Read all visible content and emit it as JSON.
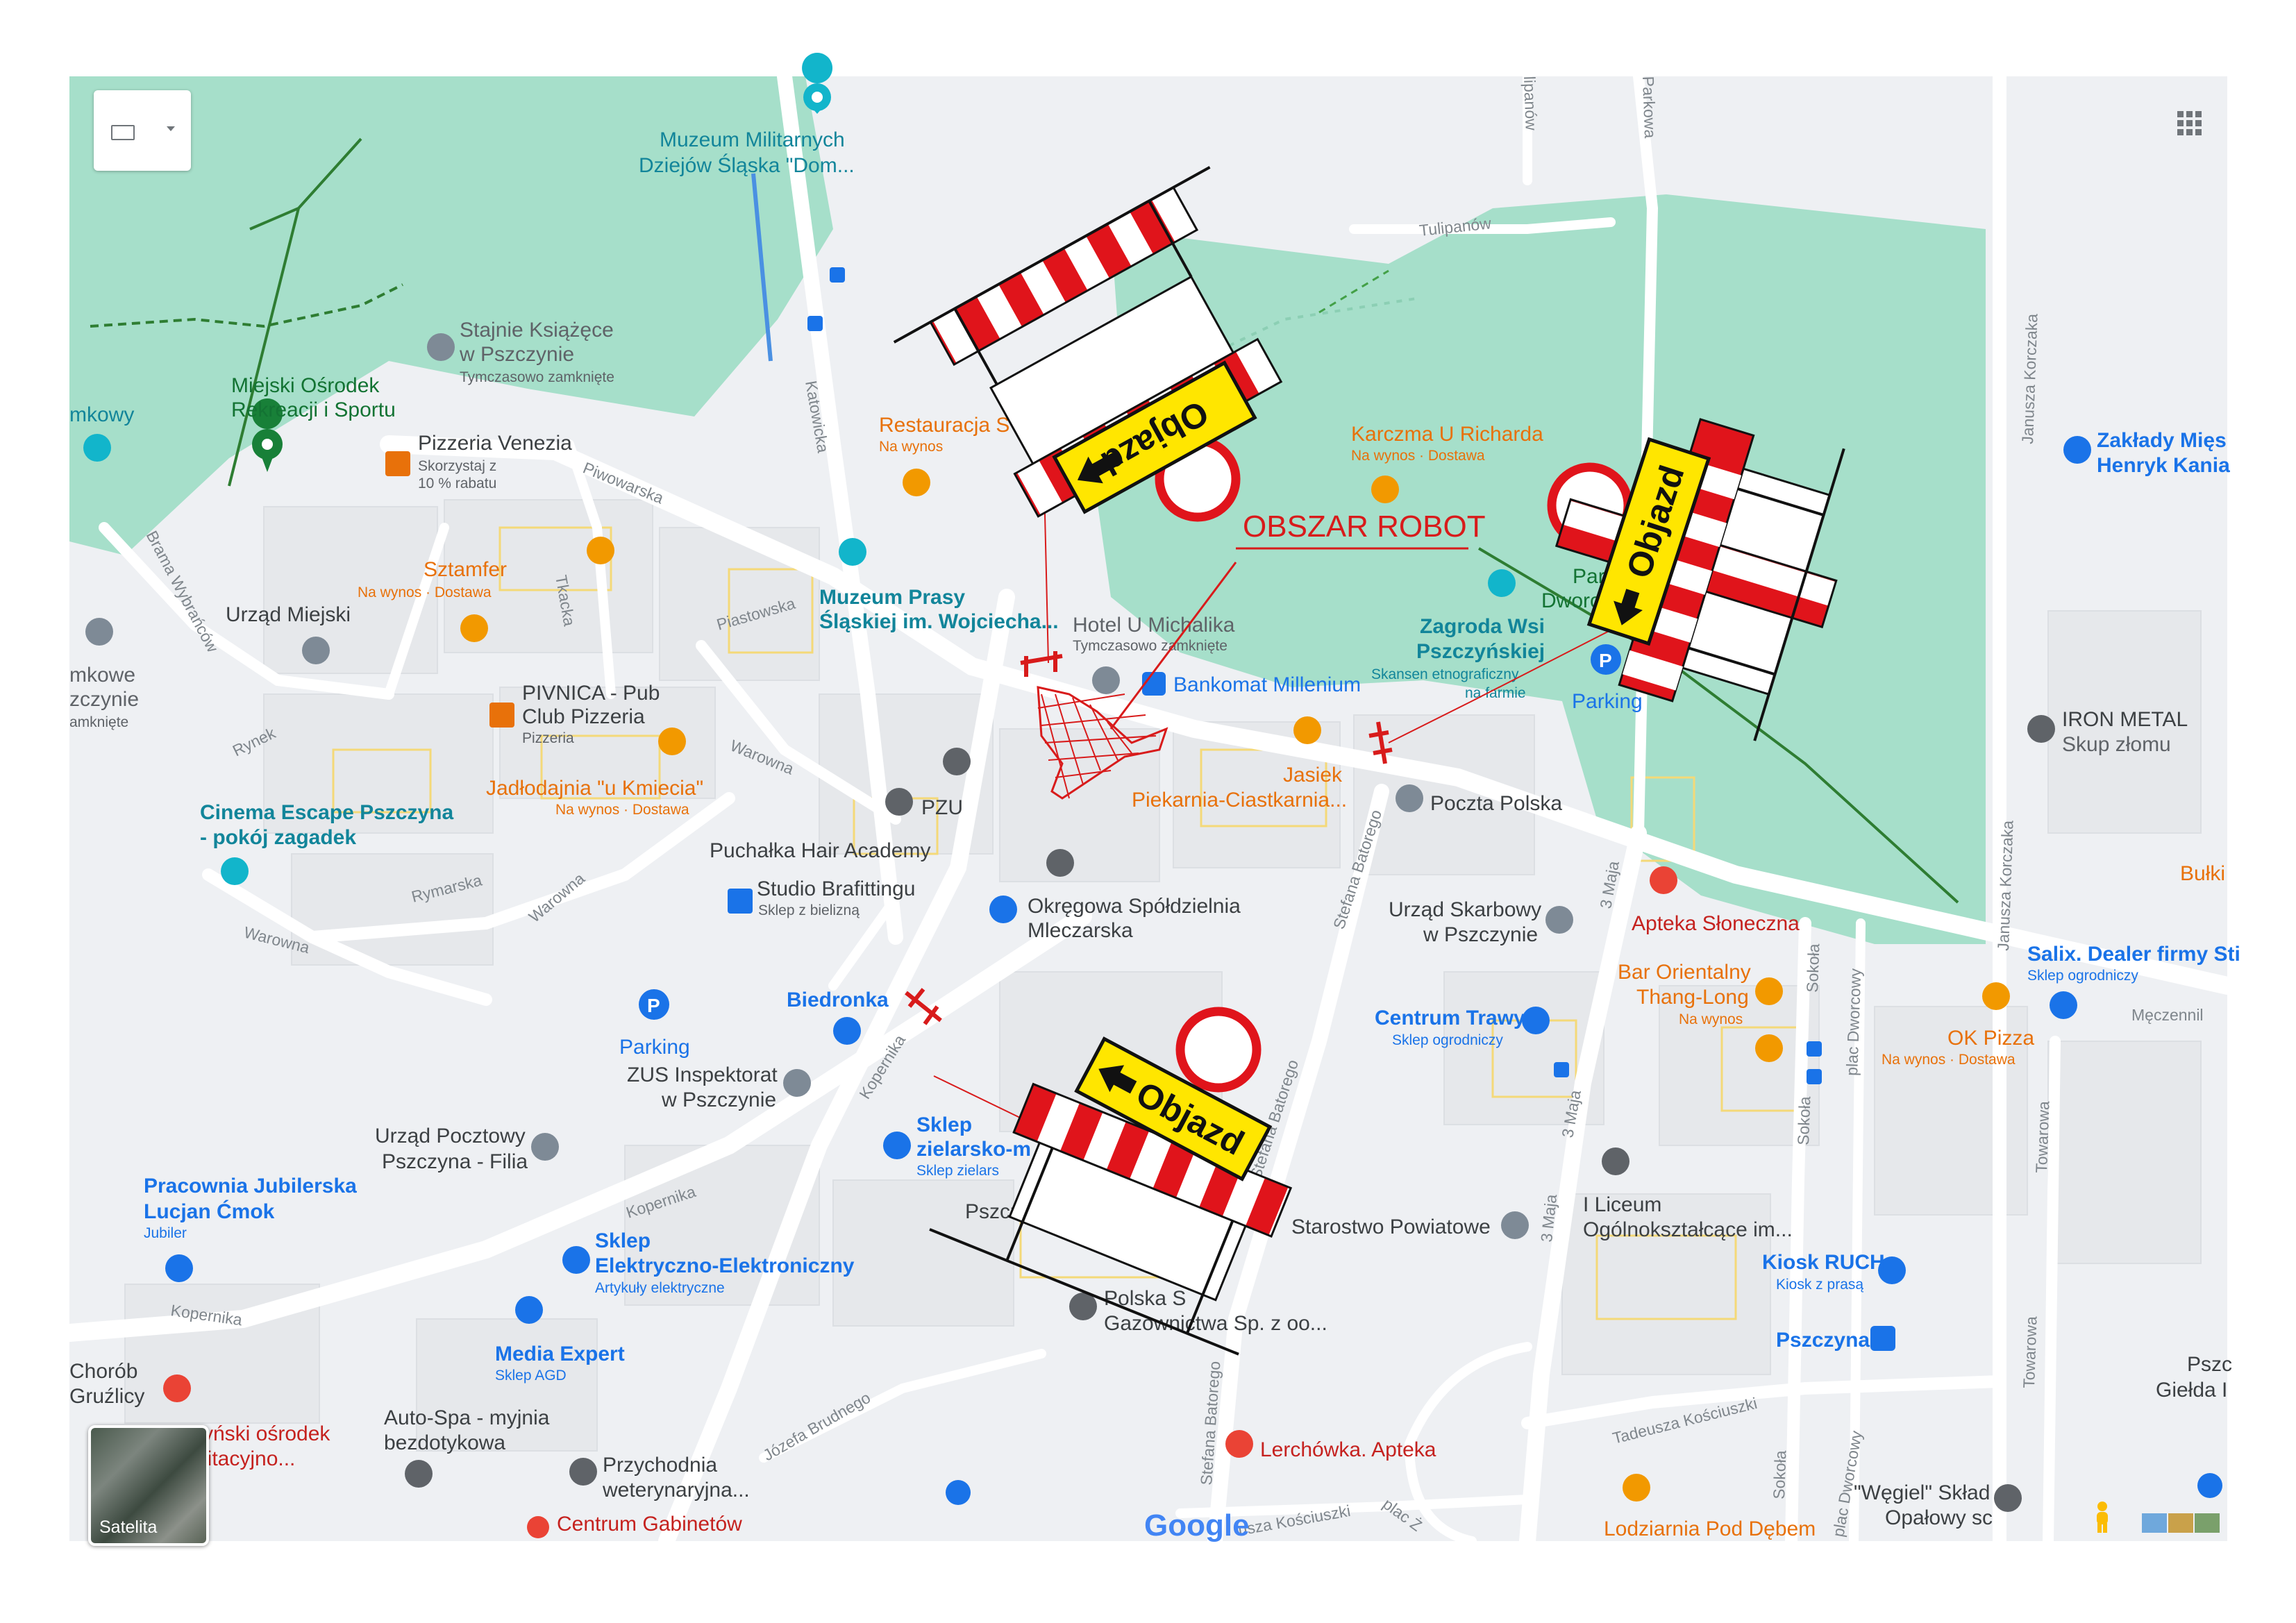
{
  "map": {
    "provider_logo": "Google",
    "colors": {
      "park": "#a6dfca",
      "road_main": "#ffffff",
      "road_minor": "#ffffff",
      "background": "#eef0f3",
      "poi_blue": "#1a73e8",
      "poi_food": "#e8710a",
      "poi_gray": "#5f6368",
      "poi_red": "#c5221f",
      "annotation_red": "#d81b1b",
      "sign_yellow": "#ffe600"
    },
    "layer_control": {
      "label": "Satelita",
      "icon": "satellite-thumbnail"
    },
    "map_type_control": {
      "icon": "keyboard-icon"
    },
    "apps_icon": "grid-icon",
    "pegman_icon": "pegman-icon"
  },
  "annotations": {
    "work_area_label": "OBSZAR ROBOT",
    "detour_sign_label": "Objazd"
  },
  "pois": {
    "muzeum_militarnych": {
      "line1": "Muzeum Militarnych",
      "line2": "Dziejów Śląska \"Dom...",
      "icon": "museum-icon"
    },
    "stajnie": {
      "line1": "Stajnie Książęce",
      "line2": "w Pszczynie",
      "sub": "Tymczasowo zamknięte",
      "icon": "landmark-icon"
    },
    "miejski_osrodek": {
      "line1": "Miejski Ośrodek",
      "line2": "Rekreacji i Sportu",
      "icon": "pin-icon"
    },
    "mkowy": {
      "line1": "mkowy",
      "icon": "museum-icon"
    },
    "pizzeria_venezia": {
      "line1": "Pizzeria Venezia",
      "sub1": "Skorzystaj z",
      "sub2": "10 % rabatu",
      "icon": "restaurant-icon"
    },
    "restauracja": {
      "line1": "Restauracja S",
      "sub": "Na wynos",
      "icon": "restaurant-icon"
    },
    "karczma": {
      "line1": "Karczma U Richarda",
      "sub": "Na wynos · Dostawa",
      "icon": "restaurant-icon"
    },
    "zaklady_miesne": {
      "line1": "Zakłady Mięs",
      "line2": "Henryk Kania",
      "icon": "shop-icon"
    },
    "sztamfer": {
      "line1": "Sztamfer",
      "sub": "Na wynos · Dostawa",
      "icon": "restaurant-icon"
    },
    "urzad_miejski": {
      "line1": "Urząd Miejski",
      "icon": "government-icon"
    },
    "muzeum_prasy": {
      "line1": "Muzeum Prasy",
      "line2": "Śląskiej im. Wojciecha...",
      "icon": "museum-icon"
    },
    "hotel": {
      "line1": "Hotel U Michalika",
      "sub": "Tymczasowo zamknięte",
      "icon": "hotel-icon"
    },
    "bankomat": {
      "line1": "Bankomat Millenium",
      "icon": "atm-icon"
    },
    "zagroda": {
      "line1": "Zagroda Wsi",
      "line2": "Pszczyńskiej",
      "sub1": "Skansen etnograficzny",
      "sub2": "na farmie",
      "icon": "museum-icon"
    },
    "parking_park": {
      "line1": "Parking",
      "icon": "parking-icon"
    },
    "park_dworcowy": {
      "line1": "Park",
      "line2": "Dworc"
    },
    "iron_metal": {
      "line1": "IRON METAL",
      "line2": "Skup złomu",
      "icon": "pin-icon"
    },
    "mkowe": {
      "line1": "mkowe",
      "line2": "zczynie",
      "sub": "amknięte",
      "icon": "landmark-icon"
    },
    "pivnica": {
      "line1": "PIVNICA - Pub",
      "line2": "Club Pizzeria",
      "sub": "Pizzeria",
      "icon": "restaurant-icon"
    },
    "jadlodajnia": {
      "line1": "Jadłodajnia \"u Kmiecia\"",
      "sub": "Na wynos · Dostawa",
      "icon": "restaurant-icon"
    },
    "pzu": {
      "line1": "PZU",
      "icon": "pin-icon"
    },
    "jasiek": {
      "line1": "Jasiek",
      "line2": "Piekarnia-Ciastkarnia...",
      "icon": "restaurant-icon"
    },
    "poczta": {
      "line1": "Poczta Polska",
      "icon": "mail-icon"
    },
    "cinema": {
      "line1": "Cinema Escape Pszczyna",
      "line2": "- pokój zagadek",
      "icon": "camera-icon"
    },
    "puchalka": {
      "line1": "Puchałka Hair Academy"
    },
    "studio": {
      "line1": "Studio Brafittingu",
      "sub": "Sklep z bielizną",
      "icon": "shop-icon"
    },
    "okregowa": {
      "line1": "Okręgowa Spółdzielnia",
      "line2": "Mleczarska",
      "icon": "cart-icon"
    },
    "urzad_skarbowy": {
      "line1": "Urząd Skarbowy",
      "line2": "w Pszczynie",
      "icon": "government-icon"
    },
    "apteka_sloneczna": {
      "line1": "Apteka Słoneczna",
      "icon": "pharmacy-icon"
    },
    "bulki": {
      "line1": "Bułki"
    },
    "salix": {
      "line1": "Salix. Dealer firmy Sti",
      "sub": "Sklep ogrodniczy",
      "icon": "shop-icon"
    },
    "bar_orientalny": {
      "line1": "Bar Orientalny",
      "line2": "Thang-Long",
      "sub": "Na wynos",
      "icon": "restaurant-icon"
    },
    "ok_pizza": {
      "line1": "OK Pizza",
      "sub": "Na wynos · Dostawa",
      "icon": "restaurant-icon"
    },
    "centrum_trawy": {
      "line1": "Centrum Trawy",
      "sub": "Sklep ogrodniczy",
      "icon": "shop-icon"
    },
    "biedronka": {
      "line1": "Biedronka",
      "icon": "cart-icon"
    },
    "parking_left": {
      "line1": "Parking",
      "icon": "parking-icon"
    },
    "zus": {
      "line1": "ZUS Inspektorat",
      "line2": "w Pszczynie",
      "icon": "government-icon"
    },
    "sklep_zielarski": {
      "line1": "Sklep",
      "line2": "zielarsko-m",
      "sub": "Sklep zielars",
      "icon": "shop-icon"
    },
    "pszczyna_stub": {
      "line1": "Pszcz"
    },
    "urzad_pocztowy": {
      "line1": "Urząd Pocztowy",
      "line2": "Pszczyna - Filia",
      "icon": "mail-icon"
    },
    "pracownia": {
      "line1": "Pracownia Jubilerska",
      "line2": "Lucjan Ćmok",
      "sub": "Jubiler",
      "icon": "shop-icon"
    },
    "sklep_elektryczny": {
      "line1": "Sklep",
      "line2": "Elektryczno-Elektroniczny",
      "sub": "Artykuły elektryczne",
      "icon": "shop-icon"
    },
    "starostwo": {
      "line1": "Starostwo Powiatowe",
      "icon": "government-icon"
    },
    "liceum": {
      "line1": "I Liceum",
      "line2": "Ogólnokształcące im...",
      "icon": "school-icon"
    },
    "kiosk": {
      "line1": "Kiosk RUCH",
      "sub": "Kiosk z prasą",
      "icon": "shop-icon"
    },
    "pszczyna_station": {
      "line1": "Pszczyna",
      "icon": "train-icon"
    },
    "polska_spolka": {
      "line1": "Polska S",
      "line2": "Gazownictwa Sp. z oo...",
      "icon": "pin-icon"
    },
    "media_expert": {
      "line1": "Media Expert",
      "sub": "Sklep AGD",
      "icon": "shop-icon"
    },
    "chorob": {
      "line1": "Chorób",
      "line2": "Gruźlicy"
    },
    "osrodek": {
      "line1": "yński ośrodek",
      "line2": "litacyjno...",
      "icon": "hospital-icon"
    },
    "auto_spa": {
      "line1": "Auto-Spa - myjnia",
      "line2": "bezdotykowa",
      "icon": "pin-icon"
    },
    "przychodnia": {
      "line1": "Przychodnia",
      "line2": "weterynaryjna...",
      "icon": "pin-icon"
    },
    "lerchowka": {
      "line1": "Lerchówka. Apteka",
      "icon": "pharmacy-icon"
    },
    "centrum_gabinetow": {
      "line1": "Centrum Gabinetów",
      "icon": "hospital-icon"
    },
    "wegiel": {
      "line1": "\"Węgiel\" Skład",
      "line2": "Opałowy sc",
      "icon": "pin-icon"
    },
    "pszczyna_gielda": {
      "line1": "Pszc",
      "line2": "Giełda I"
    },
    "lodziarnia": {
      "line1": "Lodziarnia Pod Dębem",
      "icon": "restaurant-icon"
    }
  },
  "streets": {
    "katowicka": "Katowicka",
    "piwowarska": "Piwowarska",
    "brama_wybrancow": "Brama Wybrańców",
    "tkacka": "Tkacka",
    "piastowska": "Piastowska",
    "rynek": "Rynek",
    "warowna_1": "Warowna",
    "warowna_2": "Warowna",
    "warowna_3": "Warowna",
    "rymarska": "Rymarska",
    "kopernika_1": "Kopernika",
    "kopernika_2": "Kopernika",
    "kopernika_3": "Kopernika",
    "stefana_batorego_1": "Stefana Batorego",
    "stefana_batorego_2": "Stefana Batorego",
    "stefana_batorego_3": "Stefana Batorego",
    "trzeciego_maja_1": "3 Maja",
    "trzeciego_maja_2": "3 Maja",
    "trzeciego_maja_3": "3 Maja",
    "sokola_1": "Sokoła",
    "sokola_2": "Sokoła",
    "sokola_3": "Sokoła",
    "plac_dworcowy_1": "plac Dworcowy",
    "plac_dworcowy_2": "plac Dworcowy",
    "janusza_korczaka_1": "Janusza Korczaka",
    "janusza_korczaka_2": "Janusza Korczaka",
    "towarowa_1": "Towarowa",
    "towarowa_2": "Towarowa",
    "mecennil": "Męczennil",
    "tulipanow": "Tulipanów",
    "parkowa": "Parkowa",
    "lipanow": "lipanów",
    "jozefa_brudnego": "Józefa Brudnego",
    "tadeusza_kosciuszki": "Tadeusza Kościuszki",
    "kosciuszki_bottom": "usza Kościuszki",
    "plac_bottom": "plac Ż"
  }
}
